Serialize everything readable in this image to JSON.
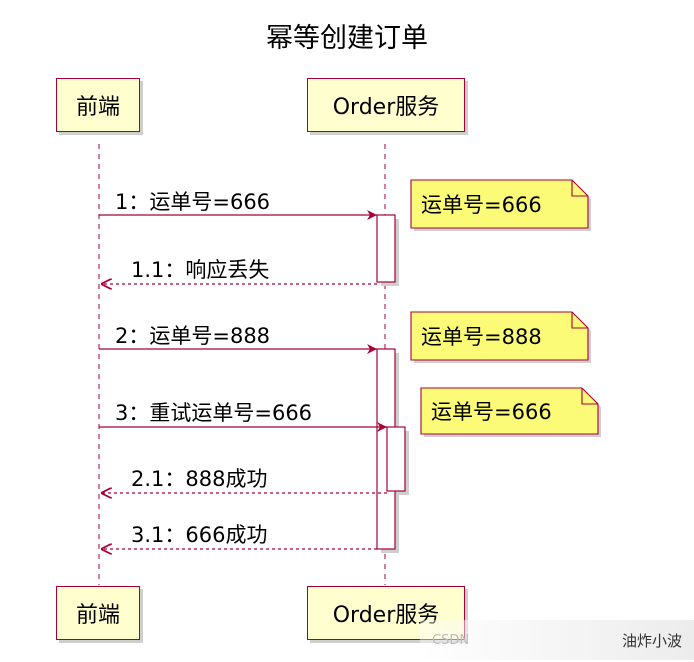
{
  "title": "幂等创建订单",
  "participants": {
    "frontend": "前端",
    "order_service": "Order服务"
  },
  "messages": [
    {
      "id": "m1",
      "label": "1：运单号=666",
      "from": "前端",
      "to": "Order服务",
      "kind": "sync"
    },
    {
      "id": "m1_1",
      "label": "1.1：响应丢失",
      "from": "Order服务",
      "to": "前端",
      "kind": "return"
    },
    {
      "id": "m2",
      "label": "2：运单号=888",
      "from": "前端",
      "to": "Order服务",
      "kind": "sync"
    },
    {
      "id": "m3",
      "label": "3：重试运单号=666",
      "from": "前端",
      "to": "Order服务",
      "kind": "sync"
    },
    {
      "id": "m2_1",
      "label": "2.1：888成功",
      "from": "Order服务",
      "to": "前端",
      "kind": "return"
    },
    {
      "id": "m3_1",
      "label": "3.1：666成功",
      "from": "Order服务",
      "to": "前端",
      "kind": "return"
    }
  ],
  "notes": [
    {
      "id": "n1",
      "text": "运单号=666"
    },
    {
      "id": "n2",
      "text": "运单号=888"
    },
    {
      "id": "n3",
      "text": "运单号=666"
    }
  ],
  "watermark": {
    "site": "CSDN",
    "author": "油炸小波"
  },
  "colors": {
    "line": "#a80036",
    "box_fill": "#fefece",
    "note_fill": "#fbfb77",
    "shadow": "#cfcfcf"
  }
}
